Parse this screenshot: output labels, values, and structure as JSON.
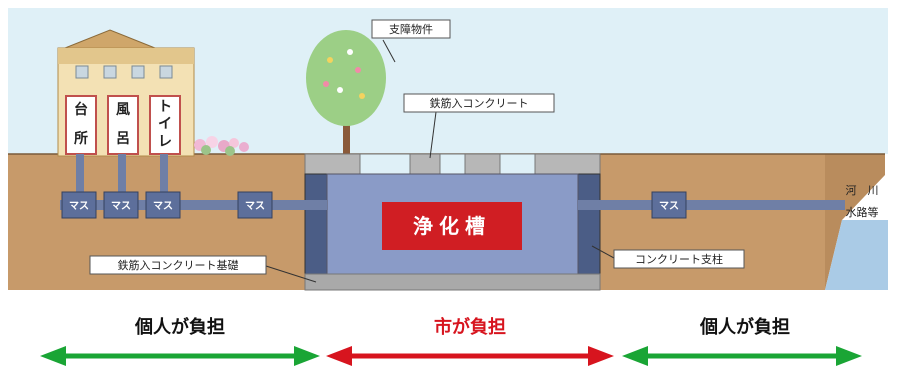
{
  "diagram": {
    "callouts": {
      "obstacle": "支障物件",
      "rebar_concrete": "鉄筋入コンクリート",
      "rebar_foundation": "鉄筋入コンクリート基礎",
      "concrete_pillar": "コンクリート支柱"
    },
    "rooms": [
      {
        "chars": [
          "台",
          "所"
        ]
      },
      {
        "chars": [
          "風",
          "呂"
        ]
      },
      {
        "chars": [
          "ト",
          "イ",
          "レ"
        ]
      }
    ],
    "mas_label": "マス",
    "tank_label": "浄化槽",
    "river": {
      "line1": "河　川",
      "line2": "水路等"
    }
  },
  "responsibility": [
    {
      "label": "個人が負担",
      "color": "#1aa535"
    },
    {
      "label": "市が負担",
      "color": "#d7141e"
    },
    {
      "label": "個人が負担",
      "color": "#1aa535"
    }
  ],
  "colors": {
    "sky": "#dff0f7",
    "soil": "#c79a6a",
    "tank": "#8a9bc7",
    "pipe": "#6f7fa6",
    "tank_label_bg": "#d01e23",
    "water": "#aacbe6"
  }
}
